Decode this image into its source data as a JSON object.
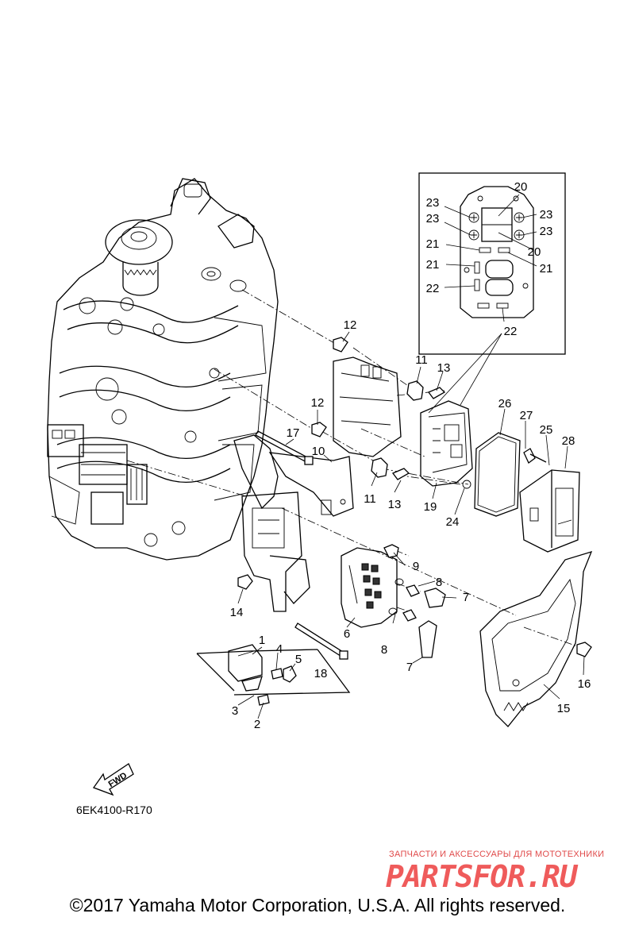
{
  "labels": {
    "p1": "1",
    "p2": "2",
    "p3": "3",
    "p4": "4",
    "p5": "5",
    "p6": "6",
    "p7a": "7",
    "p7b": "7",
    "p8a": "8",
    "p8b": "8",
    "p9": "9",
    "p10": "10",
    "p11a": "11",
    "p11b": "11",
    "p12a": "12",
    "p12b": "12",
    "p13a": "13",
    "p13b": "13",
    "p14": "14",
    "p15": "15",
    "p16": "16",
    "p17": "17",
    "p18": "18",
    "p19": "19",
    "p20a": "20",
    "p20b": "20",
    "p21a": "21",
    "p21b": "21",
    "p21c": "21",
    "p22a": "22",
    "p22b": "22",
    "p23a": "23",
    "p23b": "23",
    "p23c": "23",
    "p23d": "23",
    "p24": "24",
    "p25": "25",
    "p26": "26",
    "p27": "27",
    "p28": "28"
  },
  "fwd_label": "FWD",
  "diagram_code": "6EK4100-R170",
  "watermark": {
    "tagline": "ЗАПЧАСТИ И АКСЕССУАРЫ ДЛЯ МОТОТЕХНИКИ",
    "logo": "PARTSFOR.RU"
  },
  "copyright": "©2017 Yamaha Motor Corporation, U.S.A. All rights reserved.",
  "colors": {
    "line": "#000000",
    "background": "#ffffff",
    "watermark": "#ef5b5b"
  }
}
